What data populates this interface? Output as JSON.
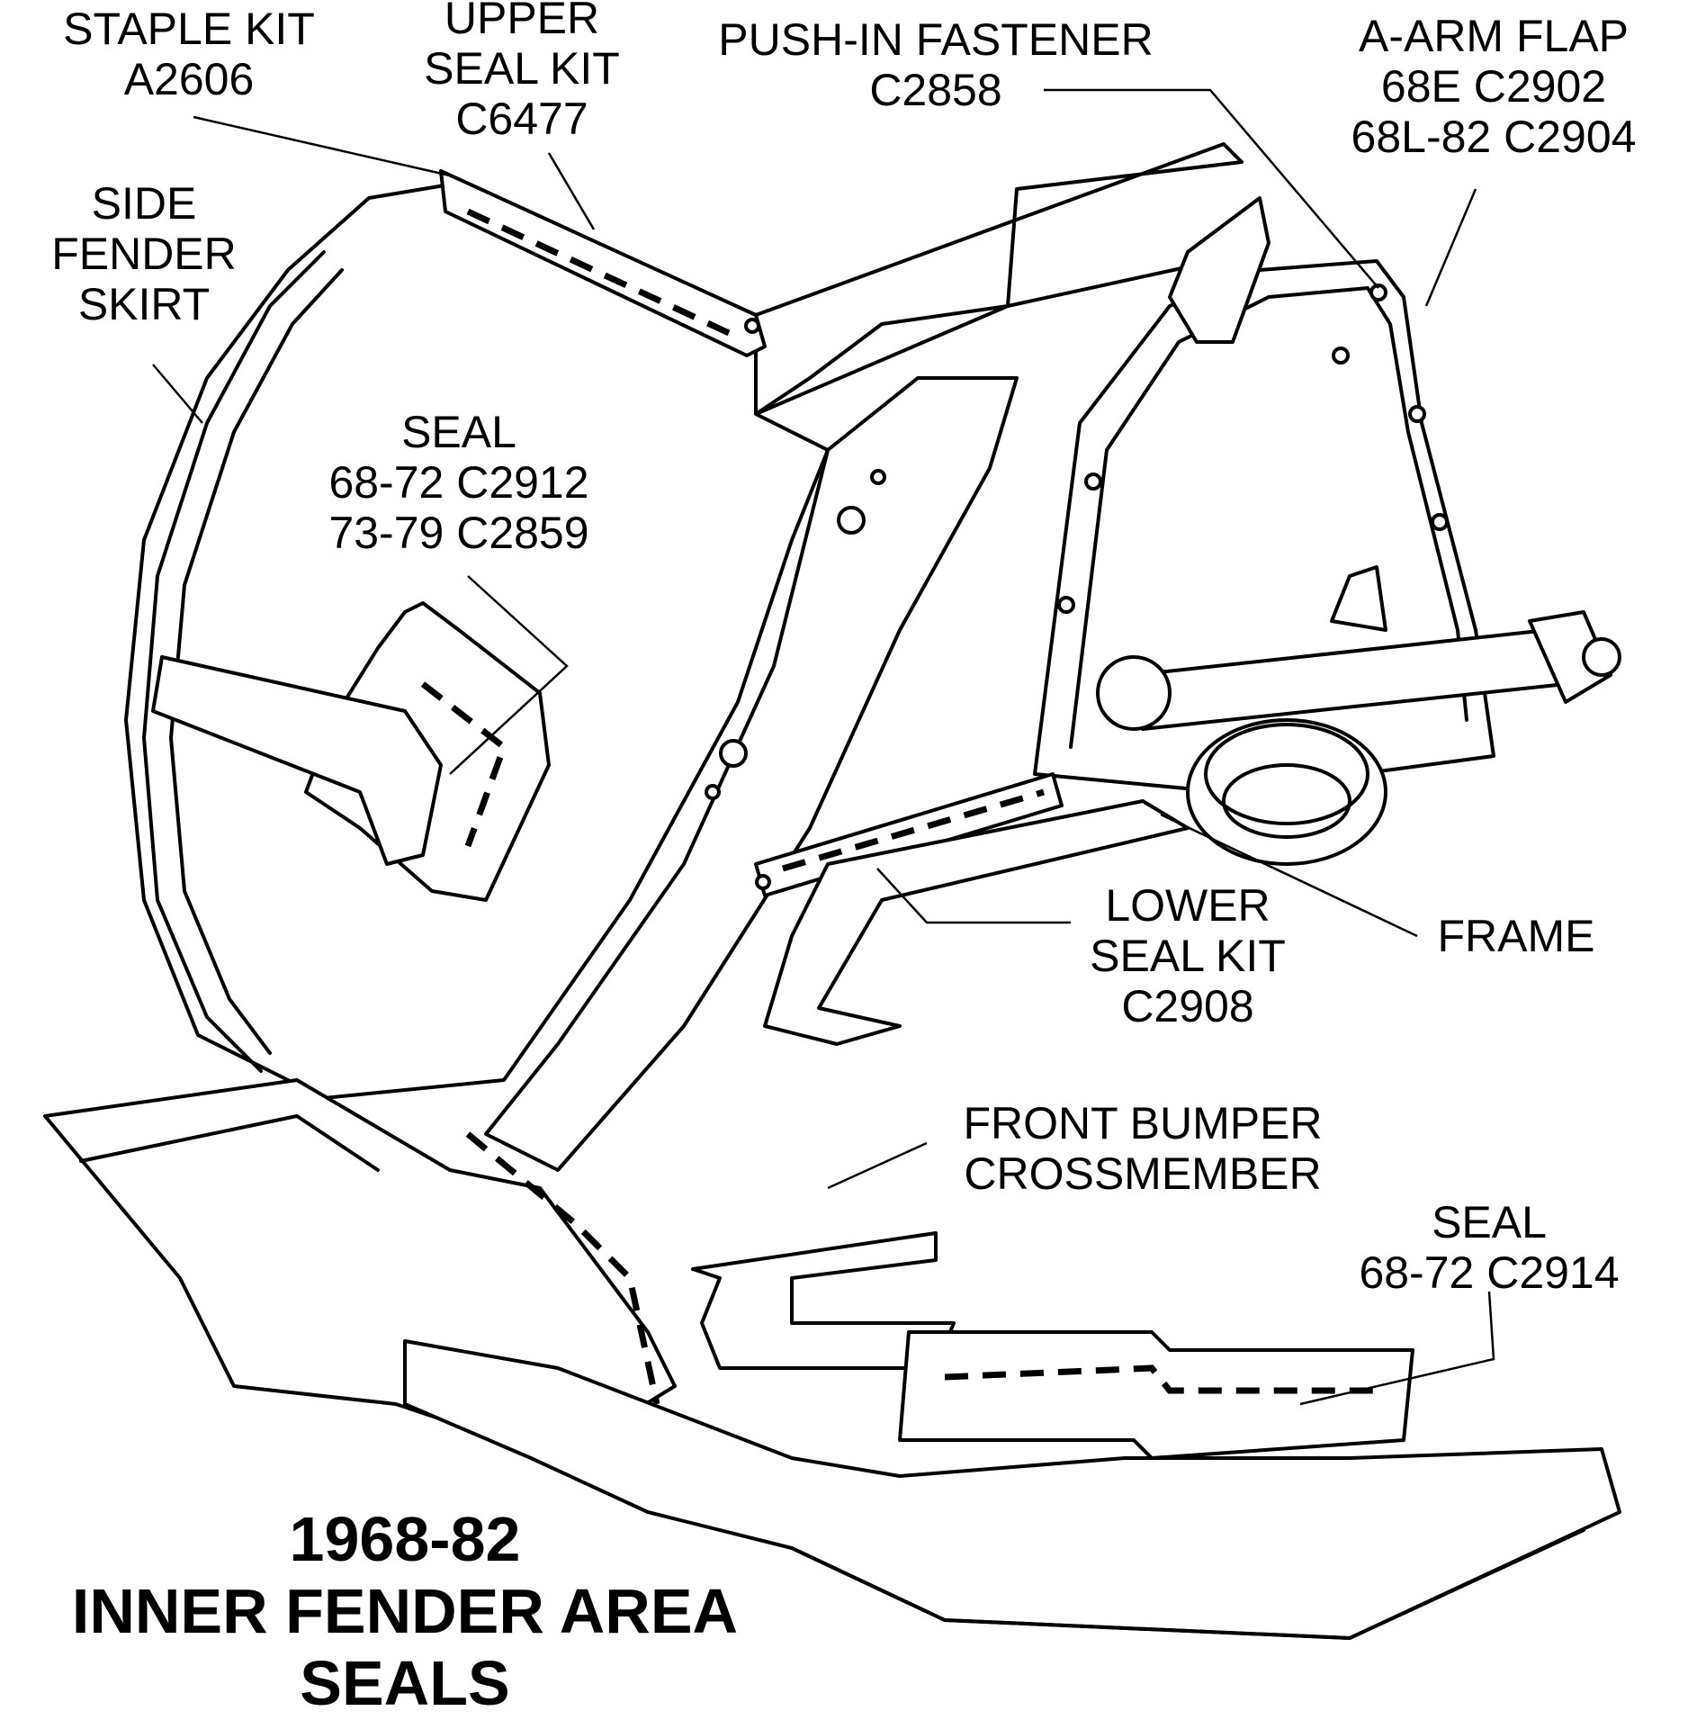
{
  "title": {
    "line1": "1968-82",
    "line2": "INNER FENDER AREA",
    "line3": "SEALS"
  },
  "callouts": {
    "staple_kit": {
      "line1": "STAPLE KIT",
      "line2": "A2606"
    },
    "upper_seal_kit": {
      "line1": "UPPER",
      "line2": "SEAL KIT",
      "line3": "C6477"
    },
    "push_in_fastener": {
      "line1": "PUSH-IN FASTENER",
      "line2": "C2858"
    },
    "a_arm_flap": {
      "line1": "A-ARM FLAP",
      "line2": "68E  C2902",
      "line3": "68L-82  C2904"
    },
    "side_fender_skirt": {
      "line1": "SIDE",
      "line2": "FENDER",
      "line3": "SKIRT"
    },
    "seal_upper": {
      "line1": "SEAL",
      "line2": "68-72  C2912",
      "line3": "73-79  C2859"
    },
    "lower_seal_kit": {
      "line1": "LOWER",
      "line2": "SEAL KIT",
      "line3": "C2908"
    },
    "frame": {
      "line1": "FRAME"
    },
    "front_bumper_crossmember": {
      "line1": "FRONT BUMPER",
      "line2": "CROSSMEMBER"
    },
    "seal_lower": {
      "line1": "SEAL",
      "line2": "68-72  C2914"
    }
  },
  "style": {
    "ink": "#000000",
    "paper": "#ffffff"
  }
}
